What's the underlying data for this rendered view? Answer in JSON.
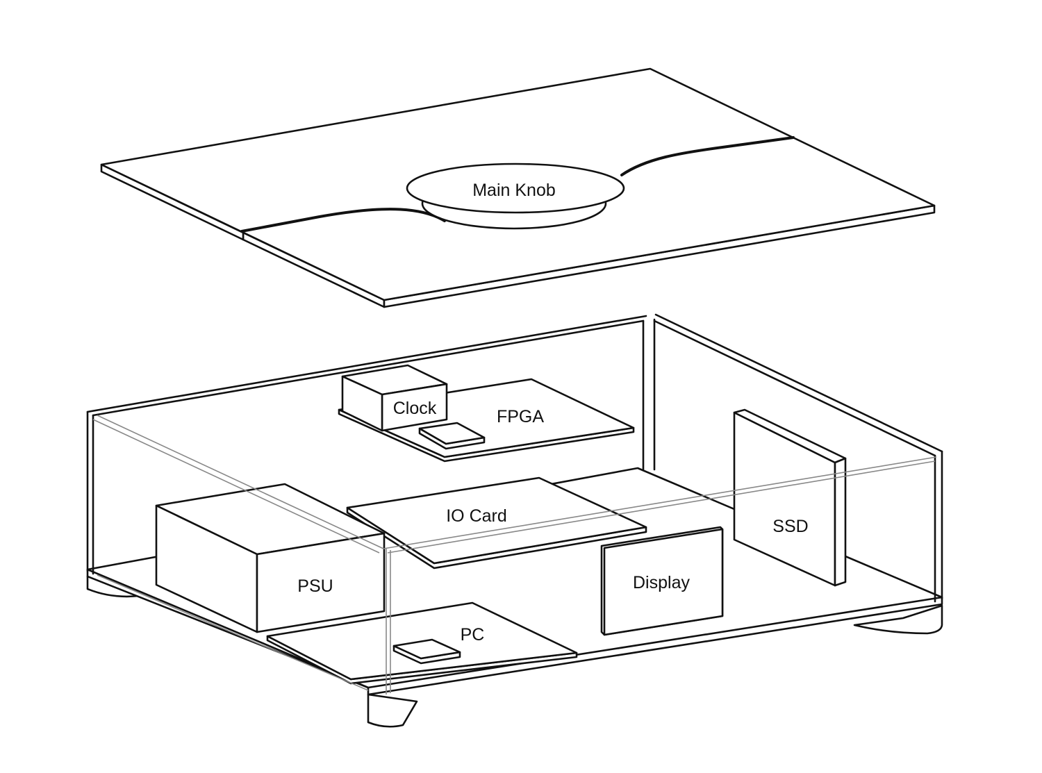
{
  "labels": {
    "main_knob": "Main Knob",
    "clock": "Clock",
    "fpga": "FPGA",
    "io_card": "IO Card",
    "ssd": "SSD",
    "psu": "PSU",
    "display": "Display",
    "pc": "PC"
  },
  "colors": {
    "line": "#111111",
    "glass": "#888888",
    "background": "#ffffff"
  }
}
